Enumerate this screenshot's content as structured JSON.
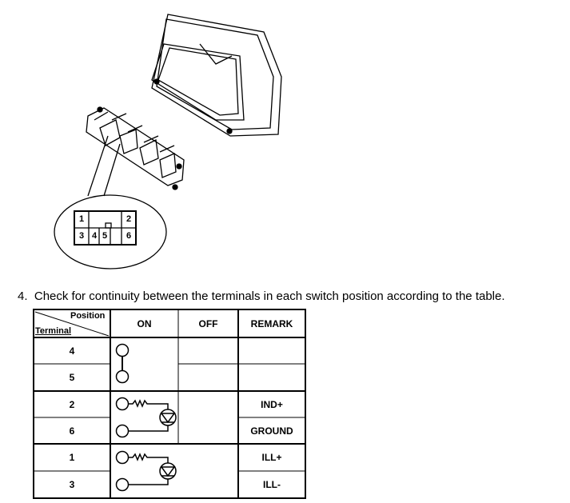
{
  "connector": {
    "pins": [
      "1",
      "2",
      "3",
      "4",
      "5",
      "6"
    ]
  },
  "step": {
    "number": "4.",
    "text": "Check for continuity between the terminals in each switch position according to the table."
  },
  "table": {
    "header": {
      "corner_top": "Position",
      "corner_bottom": "Terminal",
      "columns": [
        "ON",
        "OFF",
        "REMARK"
      ]
    },
    "rows": [
      {
        "terminal": "4",
        "remark": ""
      },
      {
        "terminal": "5",
        "remark": ""
      },
      {
        "terminal": "2",
        "remark": "IND+"
      },
      {
        "terminal": "6",
        "remark": "GROUND"
      },
      {
        "terminal": "1",
        "remark": "ILL+"
      },
      {
        "terminal": "3",
        "remark": "ILL-"
      }
    ]
  }
}
